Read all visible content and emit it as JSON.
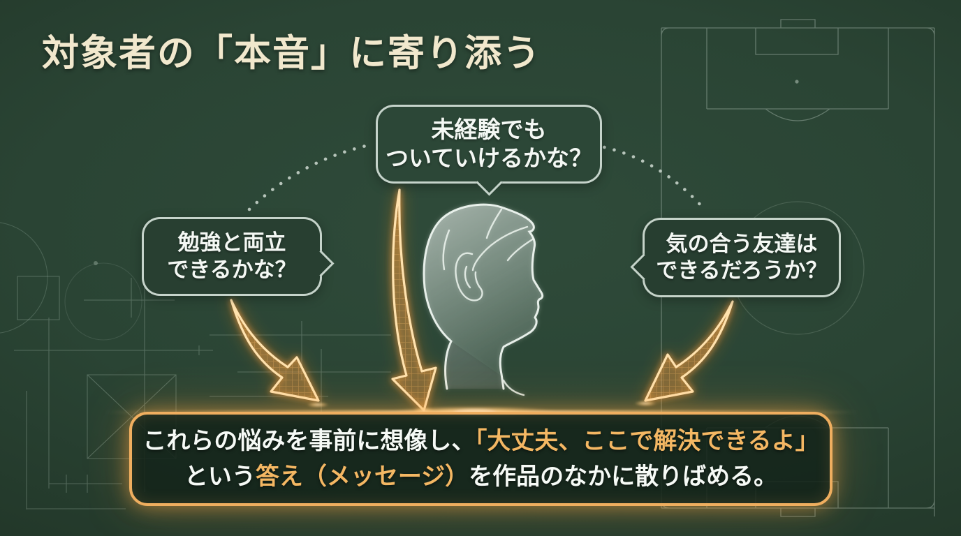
{
  "title": "対象者の「本音」に寄り添う",
  "bubbles": {
    "top": {
      "line1": "未経験でも",
      "line2": "ついていけるかな？"
    },
    "left": {
      "line1": "勉強と両立",
      "line2": "できるかな？"
    },
    "right": {
      "line1": "気の合う友達は",
      "line2": "できるだろうか？"
    }
  },
  "conclusion": {
    "line1_pre": "これらの悩みを事前に想像し、",
    "line1_highlight": "「大丈夫、ここで解決できるよ」",
    "line2_pre": "という",
    "line2_highlight": "答え（メッセージ）",
    "line2_post": "を作品のなかに散りばめる。"
  },
  "icons": {
    "head_silhouette": "person-profile-icon",
    "arrow_left": "curved-arrow-down-right-icon",
    "arrow_center": "curved-arrow-down-icon",
    "arrow_right": "curved-arrow-down-left-icon",
    "background_motif_right": "soccer-field-chalk-lines",
    "background_motif_left": "blueprint-sketch-lines",
    "dotted_arcs": "dotted-arc-connectors"
  },
  "colors": {
    "background_center": "#2f4b3a",
    "background_edge": "#16251c",
    "title_text": "#f1e8cd",
    "bubble_border": "#d3dfd7",
    "bubble_text": "#f4f8f4",
    "accent_orange_text": "#f4b763",
    "arrow_glow": "#ff9d3d",
    "box_border": "#efae5f",
    "chalk_line": "#c6d6ca"
  }
}
